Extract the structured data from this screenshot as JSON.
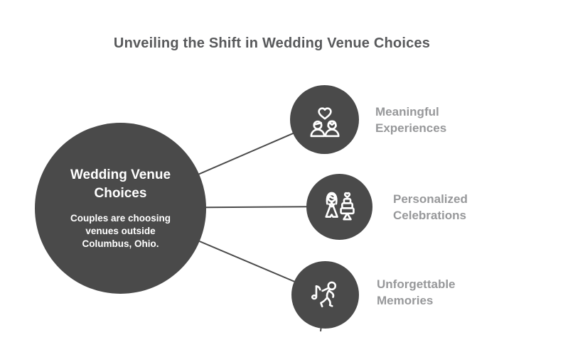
{
  "title": "Unveiling the Shift in Wedding Venue Choices",
  "center": {
    "heading": "Wedding Venue\nChoices",
    "body": "Couples are choosing\nvenues outside\nColumbus, Ohio."
  },
  "items": [
    {
      "label": "Meaningful\nExperiences",
      "icon": "couple-with-heart-icon"
    },
    {
      "label": "Personalized\nCelebrations",
      "icon": "bride-and-wedding-cake-icon"
    },
    {
      "label": "Unforgettable\nMemories",
      "icon": "dancing-person-music-note-icon"
    }
  ],
  "colors": {
    "bg": "#ffffff",
    "circle": "#4a4a4a",
    "connector": "#4a4a4a",
    "title-text": "#58595b",
    "label-text": "#97989a",
    "circle-text": "#ffffff",
    "icon-stroke": "#ffffff"
  }
}
